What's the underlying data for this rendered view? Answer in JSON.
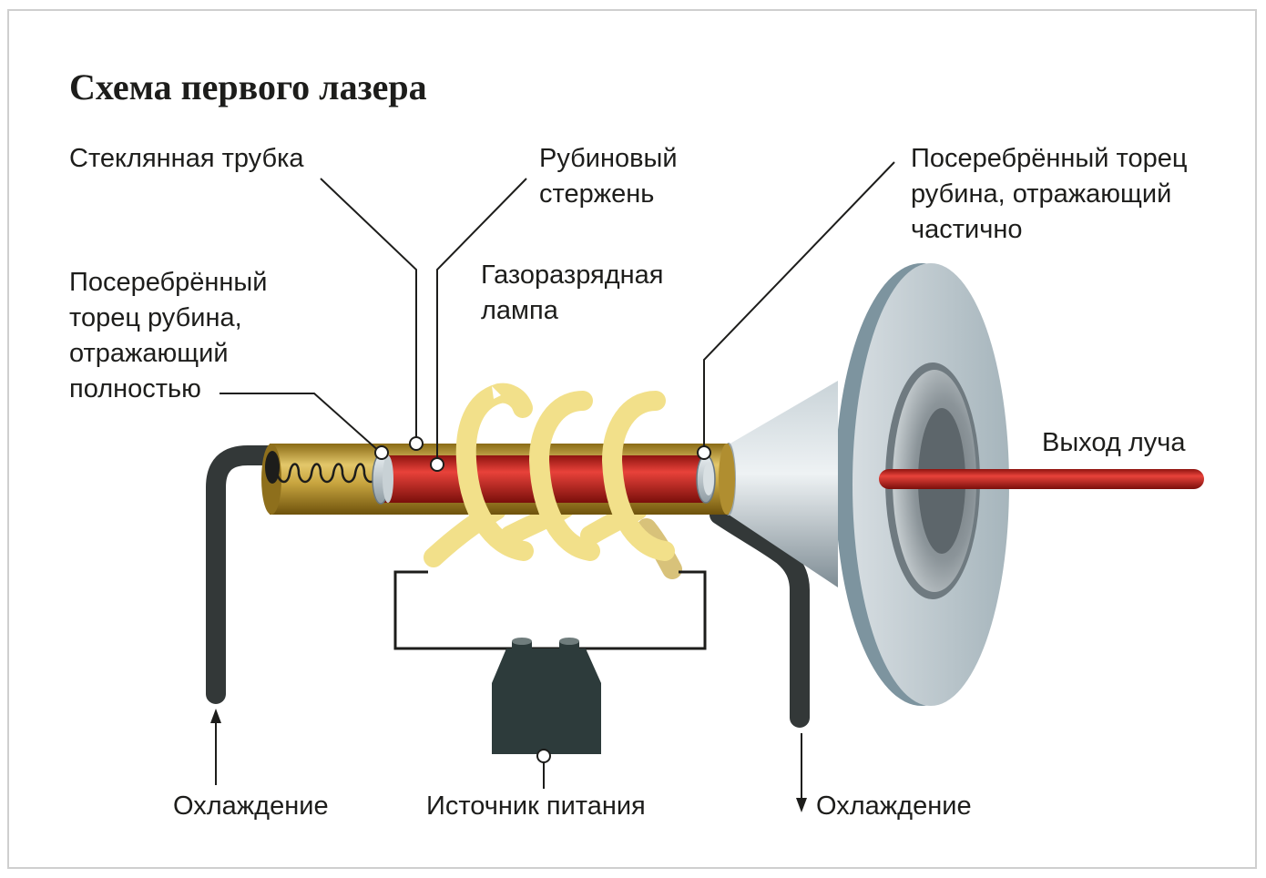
{
  "title": "Схема первого лазера",
  "labels": {
    "glass_tube": "Стеклянная трубка",
    "ruby_rod": "Рубиновый\nстержень",
    "silvered_end_partial": "Посеребрённый торец\nрубина, отражающий\nчастично",
    "flash_lamp": "Газоразрядная\nлампа",
    "silvered_end_full": "Посеребрённый\nторец рубина,\nотражающий\nполностью",
    "beam_output": "Выход луча",
    "cooling_in": "Охлаждение",
    "power_source": "Источник питания",
    "cooling_out": "Охлаждение"
  },
  "colors": {
    "tube_gold": "#c9a640",
    "ruby_red": "#d42a23",
    "lamp_yellow": "#f2e08a",
    "pipe_dark": "#333838",
    "power_box": "#2d3b3b",
    "cone_grey": "#a9b4ba",
    "reflector_blue": "#8fa3ad"
  }
}
